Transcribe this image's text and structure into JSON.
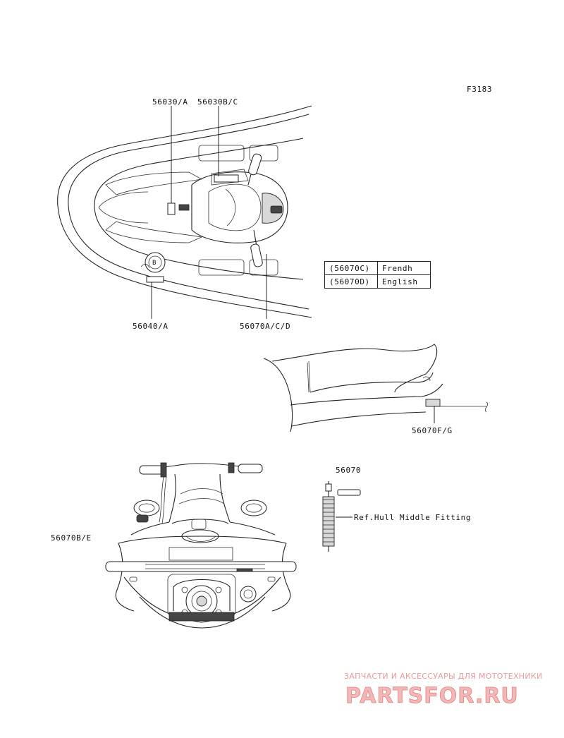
{
  "figure_code": "F3183",
  "callouts": {
    "c56030a": "56030/A",
    "c56030bc": "56030B/C",
    "c56040a": "56040/A",
    "c56070acd": "56070A/C/D",
    "c56070fg": "56070F/G",
    "c56070": "56070",
    "c56070be": "56070B/E",
    "ref_hull": "Ref.Hull Middle Fitting"
  },
  "language_table": [
    {
      "code": "(56070C)",
      "language": "Frendh"
    },
    {
      "code": "(56070D)",
      "language": "English"
    }
  ],
  "watermark": {
    "tagline": "ЗАПЧАСТИ И АКСЕССУАРЫ ДЛЯ МОТОТЕХНИКИ",
    "brand": "PARTSFOR.RU"
  },
  "colors": {
    "line": "#222222",
    "watermark": "#e07f7f"
  }
}
